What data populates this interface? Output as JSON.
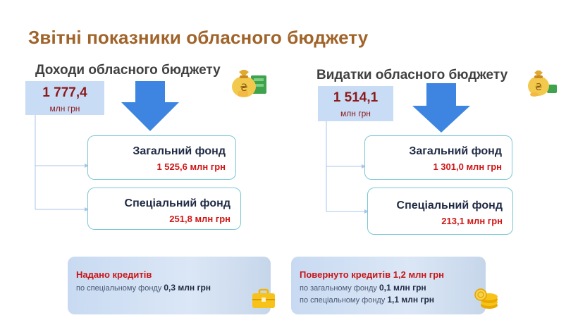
{
  "title": "Звітні показники обласного бюджету",
  "income": {
    "heading": "Доходи обласного бюджету",
    "total": "1 777,4",
    "unit": "млн грн",
    "general_fund": {
      "name": "Загальний фонд",
      "amount": "1 525,6 млн грн"
    },
    "special_fund": {
      "name": "Спеціальний фонд",
      "amount": "251,8 млн грн"
    }
  },
  "expenses": {
    "heading": "Видатки обласного бюджету",
    "total": "1 514,1",
    "unit": "млн грн",
    "general_fund": {
      "name": "Загальний фонд",
      "amount": "1 301,0 млн грн"
    },
    "special_fund": {
      "name": "Спеціальний фонд",
      "amount": "213,1 млн грн"
    }
  },
  "credits_given": {
    "heading": "Надано кредитів",
    "line1_text": "по спеціальному фонду",
    "line1_value": "0,3 млн грн"
  },
  "credits_returned": {
    "heading": "Повернуто кредитів 1,2 млн грн",
    "line1_text": "по загальному фонду",
    "line1_value": "0,1 млн грн",
    "line2_text": "по спеціальному фонду",
    "line2_value": "1,1 млн грн"
  },
  "colors": {
    "title": "#a0642a",
    "arrow": "#3d85e0",
    "amount_red": "#d01515",
    "box_border": "#7bc8d4"
  }
}
